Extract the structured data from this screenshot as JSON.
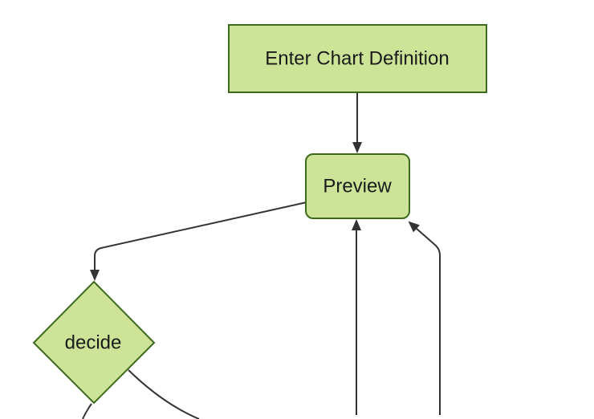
{
  "diagram": {
    "type": "flowchart",
    "direction": "top-down",
    "background": "#ffffff",
    "theme": {
      "node_fill": "#cde498",
      "node_border": "#3d6a1f",
      "line_color": "#333333",
      "arrow_color": "#333333",
      "text_color": "#1a1a1a"
    },
    "nodes": [
      {
        "id": "enter-chart-definition",
        "label": "Enter Chart Definition",
        "shape": "rectangle"
      },
      {
        "id": "preview",
        "label": "Preview",
        "shape": "rounded-rectangle"
      },
      {
        "id": "decide",
        "label": "decide",
        "shape": "diamond"
      }
    ],
    "edges": [
      {
        "from": "Enter Chart Definition",
        "to": "Preview",
        "arrowhead": true
      },
      {
        "from": "Preview",
        "to": "decide",
        "arrowhead": true
      },
      {
        "from": "decide",
        "to": "offscreen-bottom",
        "arrowhead": false
      },
      {
        "from": "decide",
        "to": "offscreen-bottom-right",
        "arrowhead": false
      },
      {
        "from": "offscreen-bottom",
        "to": "Preview",
        "arrowhead": true
      },
      {
        "from": "offscreen-bottom-right",
        "to": "Preview",
        "arrowhead": true
      }
    ]
  }
}
